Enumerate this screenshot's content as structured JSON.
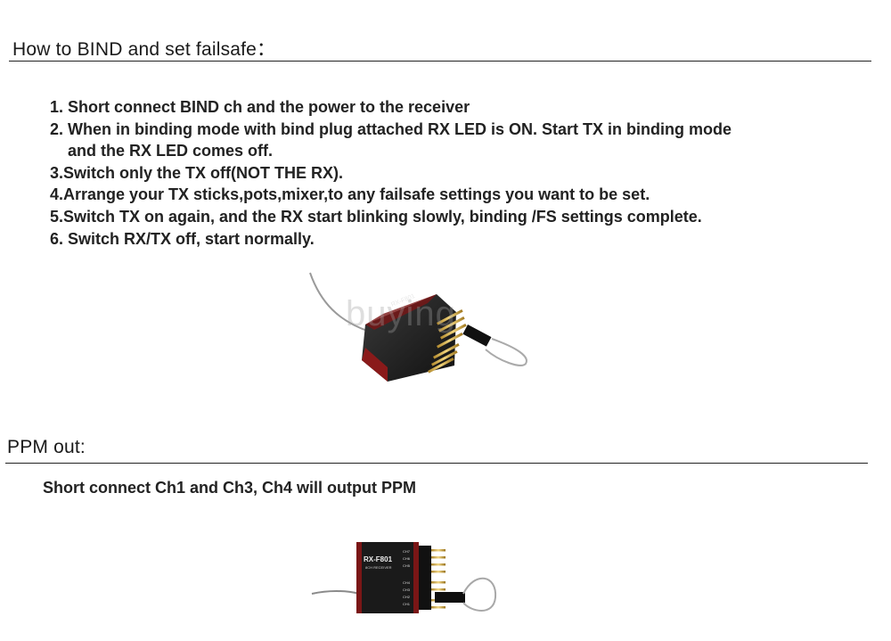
{
  "bind_section": {
    "title": "How to BIND and set failsafe：",
    "steps": [
      "1.  Short connect BIND ch  and the power to the receiver",
      "2. When in binding mode with bind plug attached RX LED is ON. Start TX in binding mode",
      "and the RX LED comes off.",
      "3.Switch only the TX off(NOT THE RX).",
      "4.Arrange your TX sticks,pots,mixer,to any failsafe settings you want to be set.",
      "5.Switch TX on again, and the RX start blinking slowly, binding /FS settings complete.",
      "6. Switch RX/TX off,  start normally."
    ]
  },
  "ppm_section": {
    "title": "PPM out:",
    "text": "Short connect Ch1 and Ch3,  Ch4 will  output PPM"
  },
  "watermark": "buying",
  "receiver_labels": {
    "model": "RX-F801",
    "subtitle": "8CH RECEIVER",
    "channels": [
      "CH7",
      "CH6",
      "CH5",
      "CH4",
      "CH3",
      "CH2",
      "CH1"
    ]
  }
}
